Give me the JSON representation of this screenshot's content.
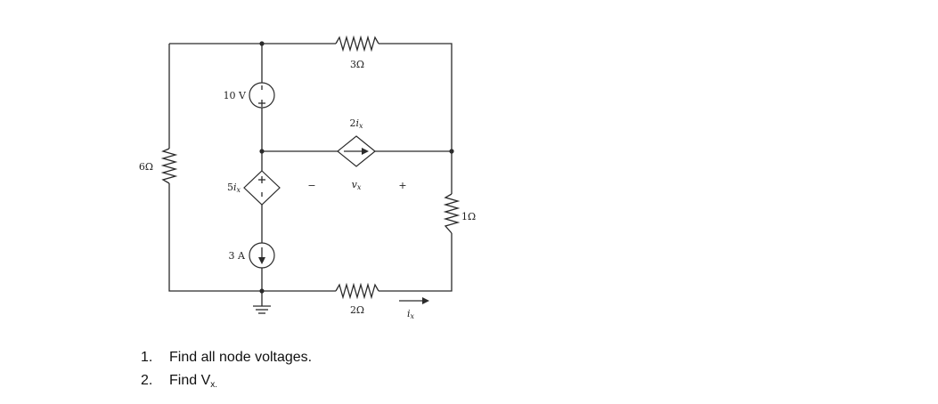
{
  "diagram": {
    "resistors": {
      "r_top": "3Ω",
      "r_left": "6Ω",
      "r_right": "1Ω",
      "r_bottom": "2Ω"
    },
    "sources": {
      "voltage_source": "10 V",
      "dependent_current_source": "2",
      "dependent_current_source_var": "i",
      "dependent_current_source_sub": "x",
      "dependent_voltage_source": "5",
      "dependent_voltage_source_var": "i",
      "dependent_voltage_source_sub": "x",
      "current_source": "3 A"
    },
    "vx_label": {
      "minus": "−",
      "var": "v",
      "sub": "x",
      "plus": "+"
    },
    "ix_label": {
      "var": "i",
      "sub": "x"
    }
  },
  "tasks": [
    {
      "number": "1.",
      "text": "Find all node voltages."
    },
    {
      "number": "2.",
      "text": "Find V",
      "sub": "x."
    }
  ]
}
